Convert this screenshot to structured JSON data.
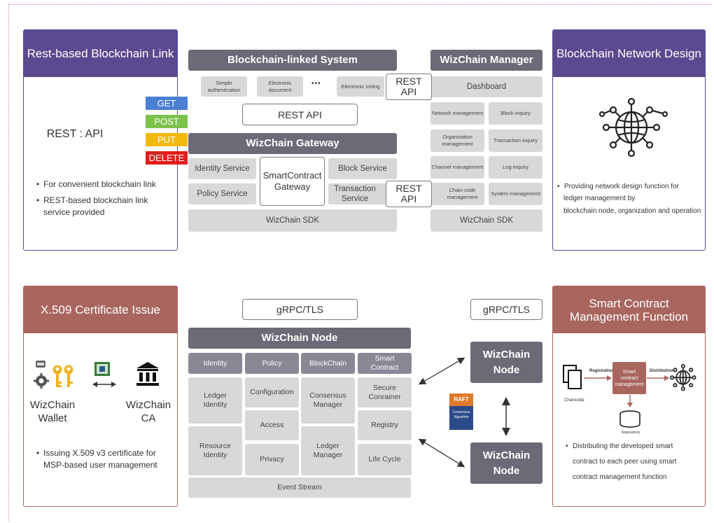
{
  "colors": {
    "purple": "#5b4a8f",
    "red": "#a9665e",
    "dark_gray": "#6c6a76",
    "light_gray": "#d8d8da",
    "get": "#4a7fd4",
    "post": "#7dc24a",
    "put": "#f1b90f",
    "delete": "#e01e1e"
  },
  "rest_card": {
    "title": "Rest-based Blockchain Link",
    "api_label": "REST : API",
    "methods": [
      "GET",
      "POST",
      "PUT",
      "DELETE"
    ],
    "bullets": [
      "For convenient blockchain link",
      "REST-based blockchain link service provided"
    ]
  },
  "network_card": {
    "title": "Blockchain Network Design",
    "icon": "globe-network-icon",
    "bullet_lines": [
      "Providing network design function for",
      "ledger management by",
      "blockchain node, organization and operation"
    ]
  },
  "cert_card": {
    "title": "X.509 Certificate Issue",
    "wallet_label": "WizChain Wallet",
    "ca_label": "WizChain CA",
    "icons": [
      "usb-key-icon",
      "gear-icon",
      "key-icon",
      "chip-card-icon",
      "bank-building-icon",
      "double-arrow-icon"
    ],
    "bullets": [
      "Issuing X.509 v3 certificate for MSP-based user management"
    ]
  },
  "smart_card": {
    "title_lines": [
      "Smart Contract",
      "Management Function"
    ],
    "chaincode_label": "Chaincode",
    "registration_label": "Registration",
    "box_label": "Smart contract management",
    "distribution_label": "Distribution",
    "repository_label": "Repository",
    "bullet_lines": [
      "Distributing the developed smart",
      "contract to each peer using smart",
      "contract management function"
    ]
  },
  "linked_system": {
    "title": "Blockchain-linked System",
    "items": [
      "Simple authentication",
      "Electronic document",
      "•••",
      "Electronic voting"
    ],
    "rest_api": "REST API"
  },
  "rest_api_badge": "REST API",
  "gateway": {
    "title": "WizChain Gateway",
    "identity": "Identity Service",
    "policy": "Policy Service",
    "smartcontract": "SmartContract Gateway",
    "block": "Block Service",
    "transaction": "Transaction Service",
    "sdk": "WizChain SDK"
  },
  "manager": {
    "title": "WizChain Manager",
    "dashboard": "Dashboard",
    "items": [
      "Network management",
      "Block inquiry",
      "Organization management",
      "Transaction inquiry",
      "Channel management",
      "Log inquiry",
      "Chain code management",
      "System management"
    ],
    "sdk": "WizChain SDK"
  },
  "grpc_left": "gRPC/TLS",
  "grpc_right": "gRPC/TLS",
  "node": {
    "title": "WizChain Node",
    "headers": [
      "Identity",
      "Policy",
      "BlockChain",
      "Smart Contract"
    ],
    "ledger_identity": "Ledger Identity",
    "resource_identity": "Resource Identity",
    "configuration": "Configuration",
    "access": "Access",
    "privacy": "Privacy",
    "consensus": "Consensus Manager",
    "ledger_manager": "Ledger Manager",
    "secure": "Secure Conrainer",
    "registry": "Registry",
    "lifecycle": "Life Cycle",
    "event_stream": "Event Stream"
  },
  "peer_nodes": [
    "WizChain Node",
    "WizChain Node"
  ],
  "raft": {
    "name": "RAFT",
    "caption": "Consensus Algorithm"
  }
}
